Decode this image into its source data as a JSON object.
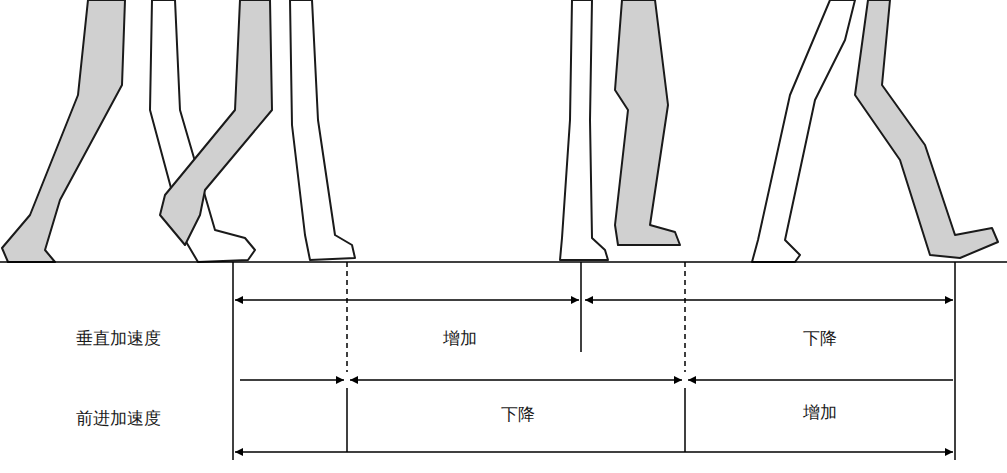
{
  "diagram": {
    "labels": [
      "垂直加速度",
      "增加",
      "下降",
      "前进加速度",
      "下降",
      "增加"
    ]
  }
}
